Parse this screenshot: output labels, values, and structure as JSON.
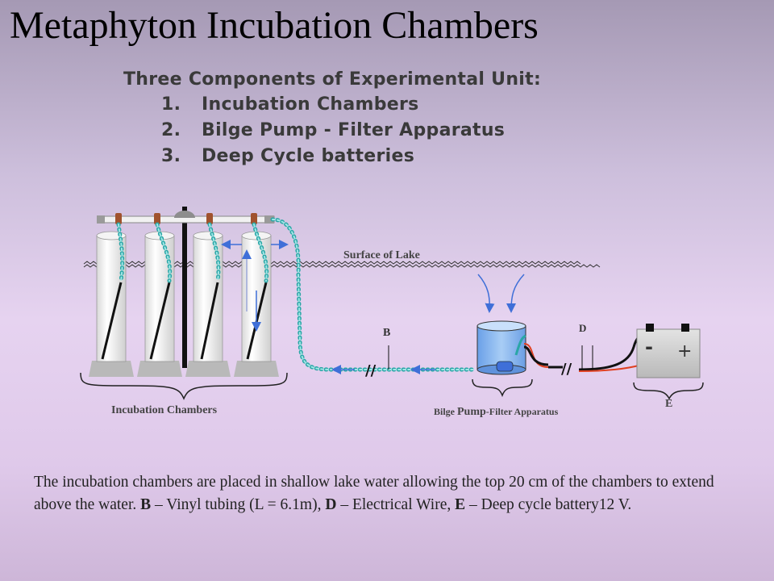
{
  "title": "Metaphyton Incubation Chambers",
  "subtitle": "Three Components of Experimental Unit:",
  "components": [
    {
      "num": "1.",
      "label": "Incubation Chambers"
    },
    {
      "num": "2.",
      "label": "Bilge Pump - Filter Apparatus"
    },
    {
      "num": "3.",
      "label": "Deep Cycle batteries"
    }
  ],
  "diagram": {
    "surface_label": "Surface of Lake",
    "label_b": "B",
    "label_d": "D",
    "label_e": "E",
    "incubation_label": "Incubation Chambers",
    "bilge_label_small1": "Bilge ",
    "bilge_label_big": "Pump",
    "bilge_label_small2": "-Filter Apparatus",
    "battery_minus": "-",
    "battery_plus": "+"
  },
  "caption": {
    "part1": "The incubation chambers are placed in shallow lake water allowing the top 20 cm of the chambers to extend above the water.  ",
    "b_key": "B",
    "b_text": " – Vinyl tubing (L = 6.1m),  ",
    "d_key": "D",
    "d_text": " – Electrical Wire, ",
    "e_key": "E",
    "e_text": " – Deep cycle battery12 V."
  },
  "colors": {
    "tubing": "#40c0c0",
    "flow_arrow": "#3f6fd8",
    "wire_red": "#e04020",
    "battery": "#cfcfcf"
  }
}
